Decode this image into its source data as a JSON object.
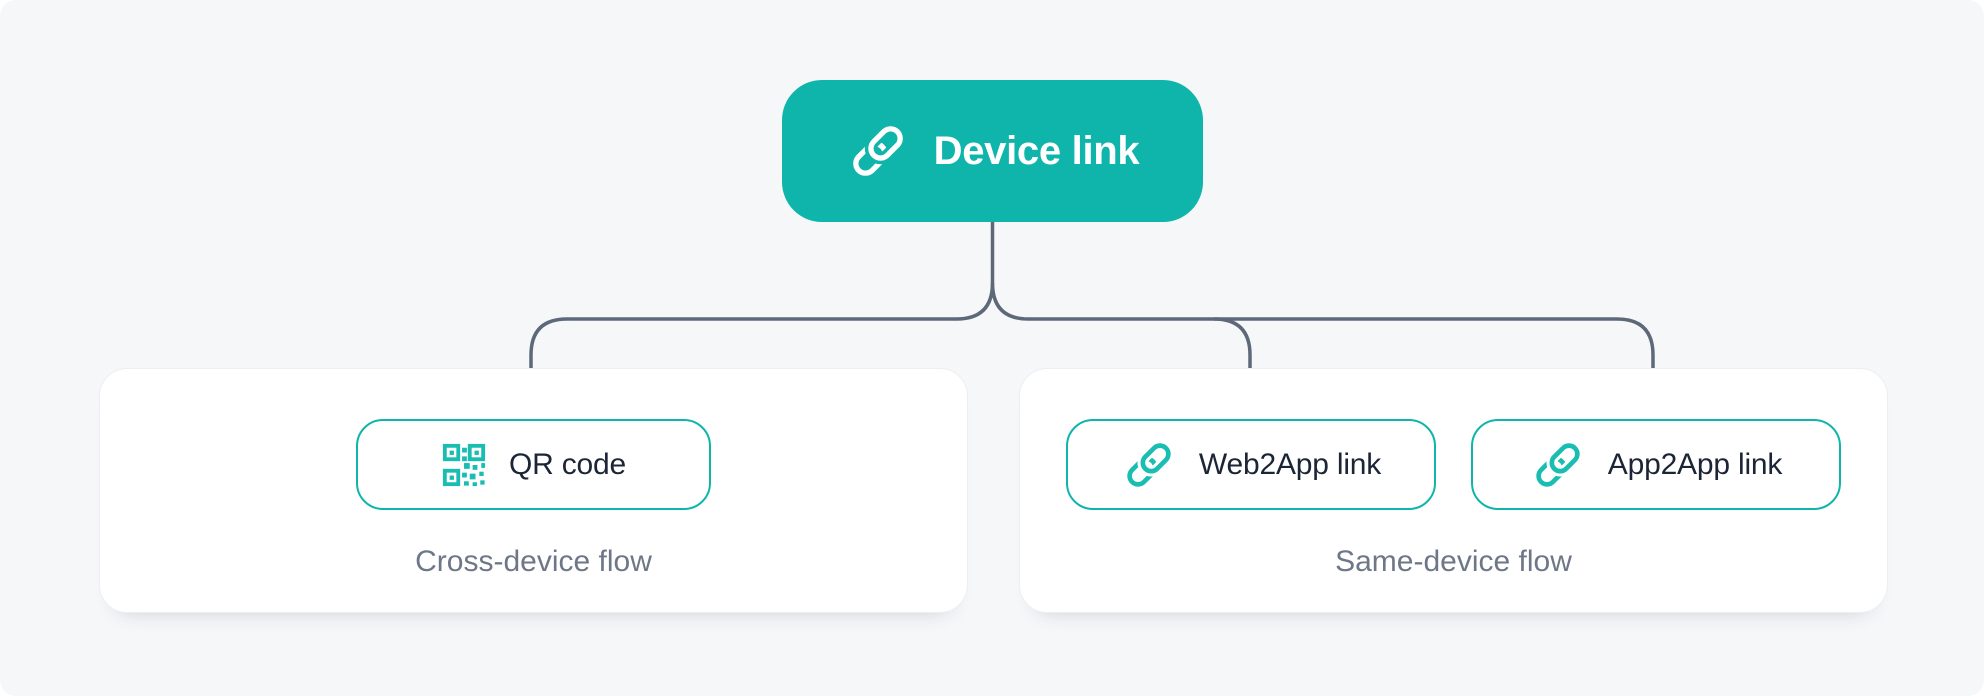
{
  "colors": {
    "accent": "#0FB5AB",
    "accent-icon": "#19BDB2",
    "panel-bg": "#F6F7F9",
    "card-bg": "#FFFFFF",
    "card-border": "#ECEEF2",
    "connector": "#5D6878",
    "caption-text": "#6E7787",
    "button-text": "#1C2536",
    "node-text": "#FFFFFF"
  },
  "diagram": {
    "root": {
      "label": "Device link",
      "icon": "link-icon"
    },
    "groups": [
      {
        "caption": "Cross-device flow",
        "nodes": [
          {
            "label": "QR code",
            "icon": "qr-code-icon"
          }
        ]
      },
      {
        "caption": "Same-device flow",
        "nodes": [
          {
            "label": "Web2App link",
            "icon": "link-icon"
          },
          {
            "label": "App2App link",
            "icon": "link-icon"
          }
        ]
      }
    ]
  }
}
